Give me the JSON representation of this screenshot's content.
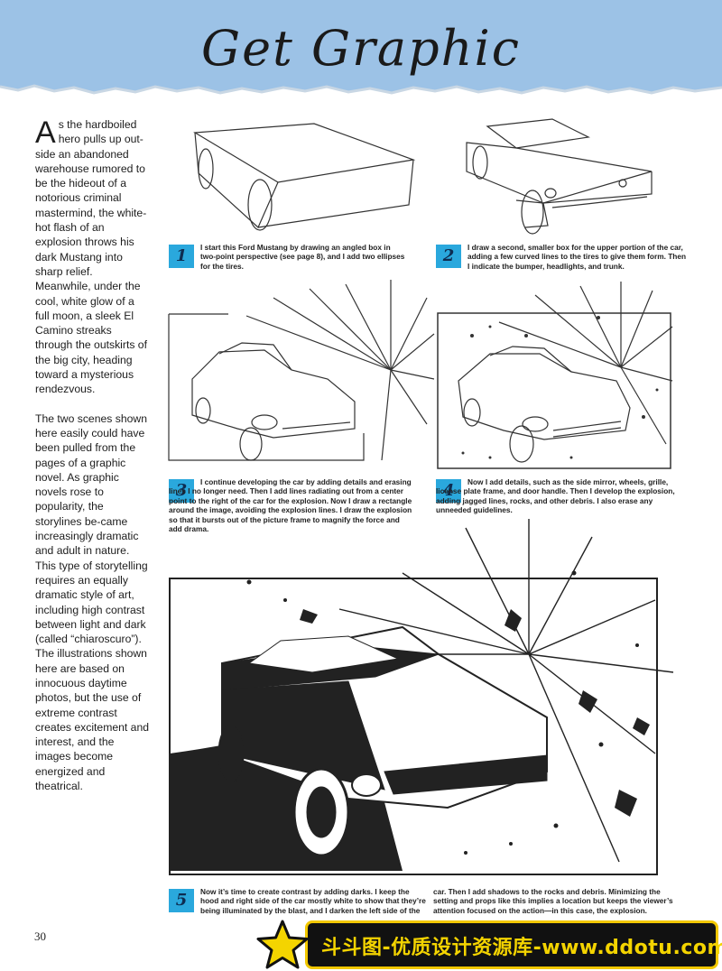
{
  "page": {
    "title": "Get Graphic",
    "page_number": "30",
    "accent_color": "#9cc2e6",
    "step_badge_color": "#2aa8dd"
  },
  "sidebar": {
    "dropcap": "A",
    "para1_rest": "s the hardboiled hero pulls up out-side an abandoned warehouse rumored to be the hideout of a notorious criminal mastermind, the white-hot flash of an explosion throws his dark Mustang into sharp relief. Meanwhile, under the cool, white glow of a full moon, a sleek El Camino streaks through the outskirts of the big city, heading toward a mysterious rendezvous.",
    "para2": "The two scenes shown here easily could have been pulled from the pages of a graphic novel. As graphic novels rose to popularity, the storylines be-came increasingly dramatic and adult in nature. This type of storytelling requires an equally dramatic style of art, including high contrast between light and dark (called “chiaroscuro”). The illustrations shown here are based on innocuous daytime photos, but the use of extreme contrast creates excitement and interest, and the images become energized and theatrical."
  },
  "steps": [
    {
      "number": "1",
      "text": "I start this Ford Mustang by drawing an angled box in two-point perspective (see page 8), and I add two ellipses for the tires."
    },
    {
      "number": "2",
      "text": "I draw a second, smaller box for the upper portion of the car, adding a few curved lines to the tires to give them form. Then I indicate the bumper, headlights, and trunk."
    },
    {
      "number": "3",
      "text": "I continue developing the car by adding details and erasing lines I no longer need. Then I add lines radiating out from a center point to the right of the car for the explosion. Now I draw a rectangle around the image, avoiding the explosion lines. I draw the explosion so that it bursts out of the picture frame to magnify the force and add drama."
    },
    {
      "number": "4",
      "text": "Now I add details, such as the side mirror, wheels, grille, license plate frame, and door handle. Then I develop the explosion, adding jagged lines, rocks, and other debris. I also erase any unneeded guidelines."
    },
    {
      "number": "5",
      "text_left": "Now it’s time to create contrast by adding darks. I keep the hood and right side of the car mostly white to show that they’re being illuminated by the blast, and I darken the left side of the",
      "text_right": "car. Then I add shadows to the rocks and debris. Minimizing the setting and props like this implies a location but keeps the viewer’s attention focused on the action—in this case, the explosion."
    }
  ],
  "watermark": {
    "text": "斗斗图-优质设计资源库-www.ddotu.com",
    "icon": "star-icon",
    "color": "#f4d400"
  }
}
